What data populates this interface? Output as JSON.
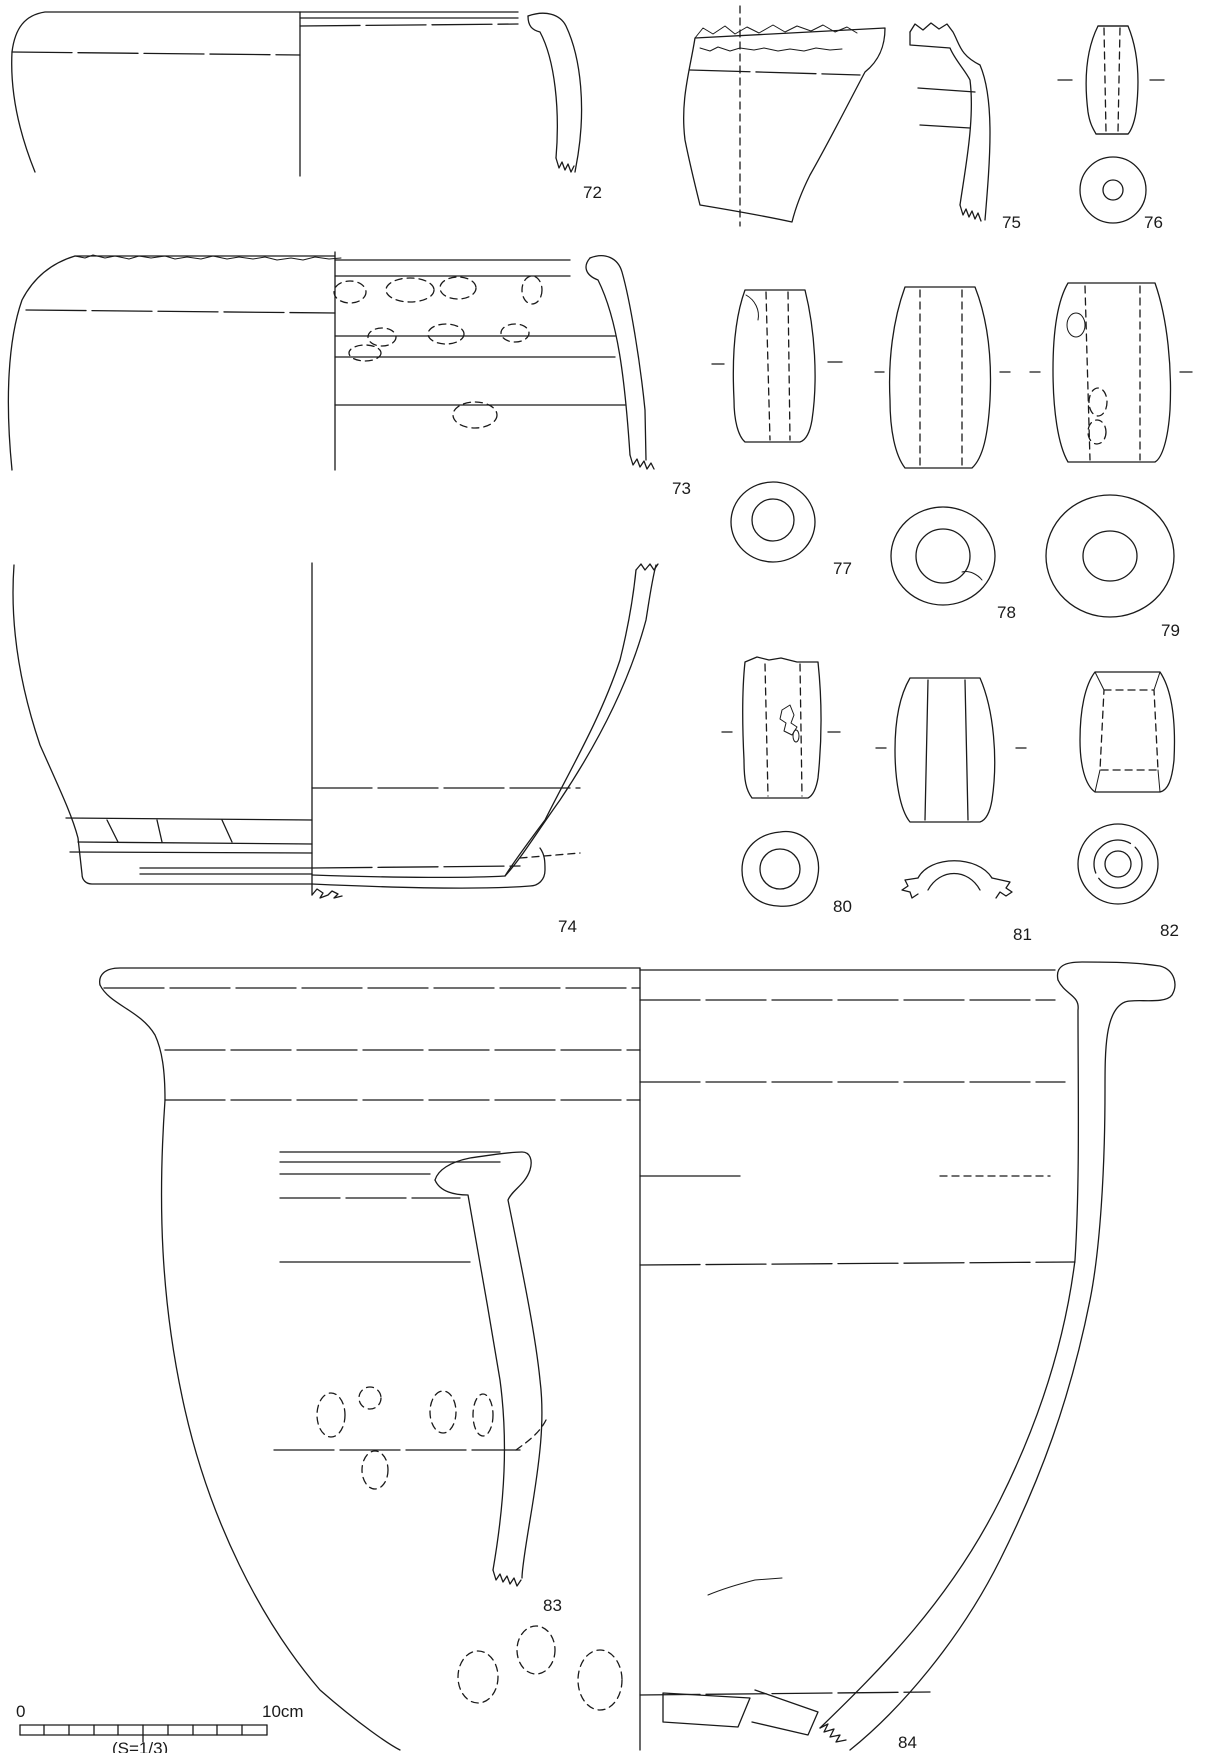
{
  "figure_numbers": [
    "72",
    "73",
    "74",
    "75",
    "76",
    "77",
    "78",
    "79",
    "80",
    "81",
    "82",
    "83",
    "84"
  ],
  "scale_bar": {
    "start_label": "0",
    "end_label": "10cm",
    "ratio_label": "(S=1/3)"
  }
}
